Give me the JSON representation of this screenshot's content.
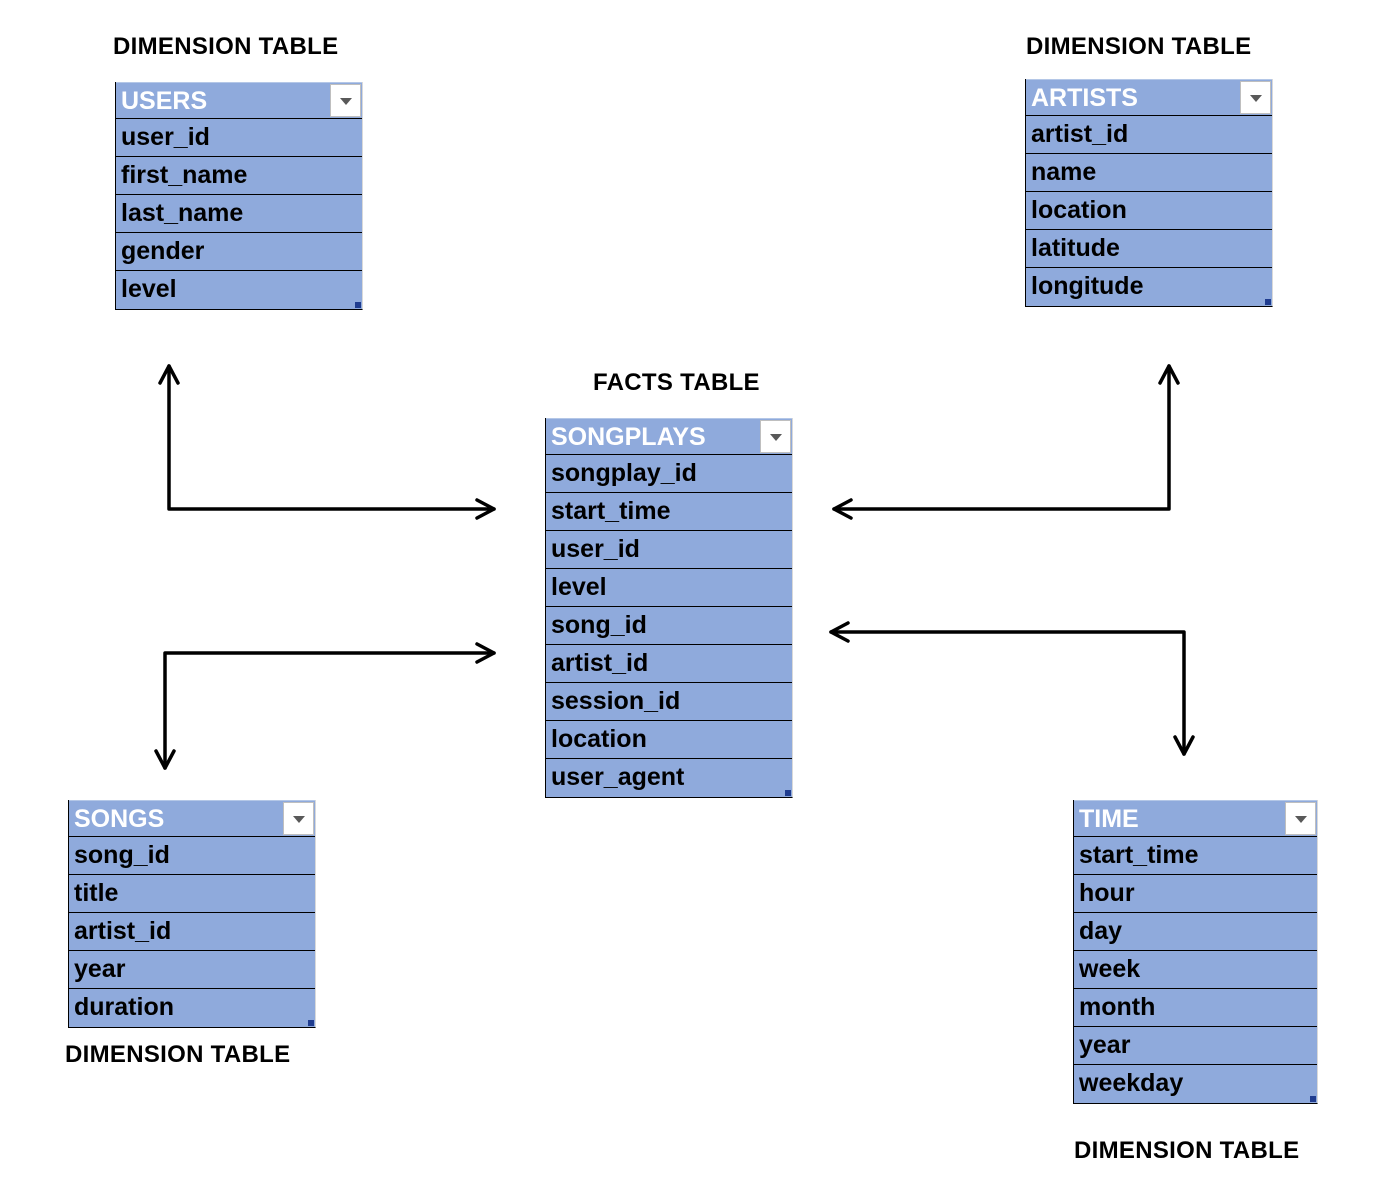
{
  "captions": {
    "users": "DIMENSION TABLE",
    "artists": "DIMENSION TABLE",
    "facts": "FACTS TABLE",
    "songs": "DIMENSION TABLE",
    "time": "DIMENSION TABLE"
  },
  "tables": {
    "users": {
      "title": "USERS",
      "fields": [
        "user_id",
        "first_name",
        "last_name",
        "gender",
        "level"
      ]
    },
    "artists": {
      "title": "ARTISTS",
      "fields": [
        "artist_id",
        "name",
        "location",
        "latitude",
        "longitude"
      ]
    },
    "songplays": {
      "title": "SONGPLAYS",
      "fields": [
        "songplay_id",
        "start_time",
        "user_id",
        "level",
        "song_id",
        "artist_id",
        "session_id",
        "location",
        "user_agent"
      ]
    },
    "songs": {
      "title": "SONGS",
      "fields": [
        "song_id",
        "title",
        "artist_id",
        "year",
        "duration"
      ]
    },
    "time": {
      "title": "TIME",
      "fields": [
        "start_time",
        "hour",
        "day",
        "week",
        "month",
        "year",
        "weekday"
      ]
    }
  },
  "colors": {
    "cell_fill": "#8faadc",
    "header_text": "#ffffff",
    "cell_text": "#000000",
    "arrow": "#000000"
  },
  "icons": {
    "filter_dropdown": "chevron-down-icon"
  }
}
